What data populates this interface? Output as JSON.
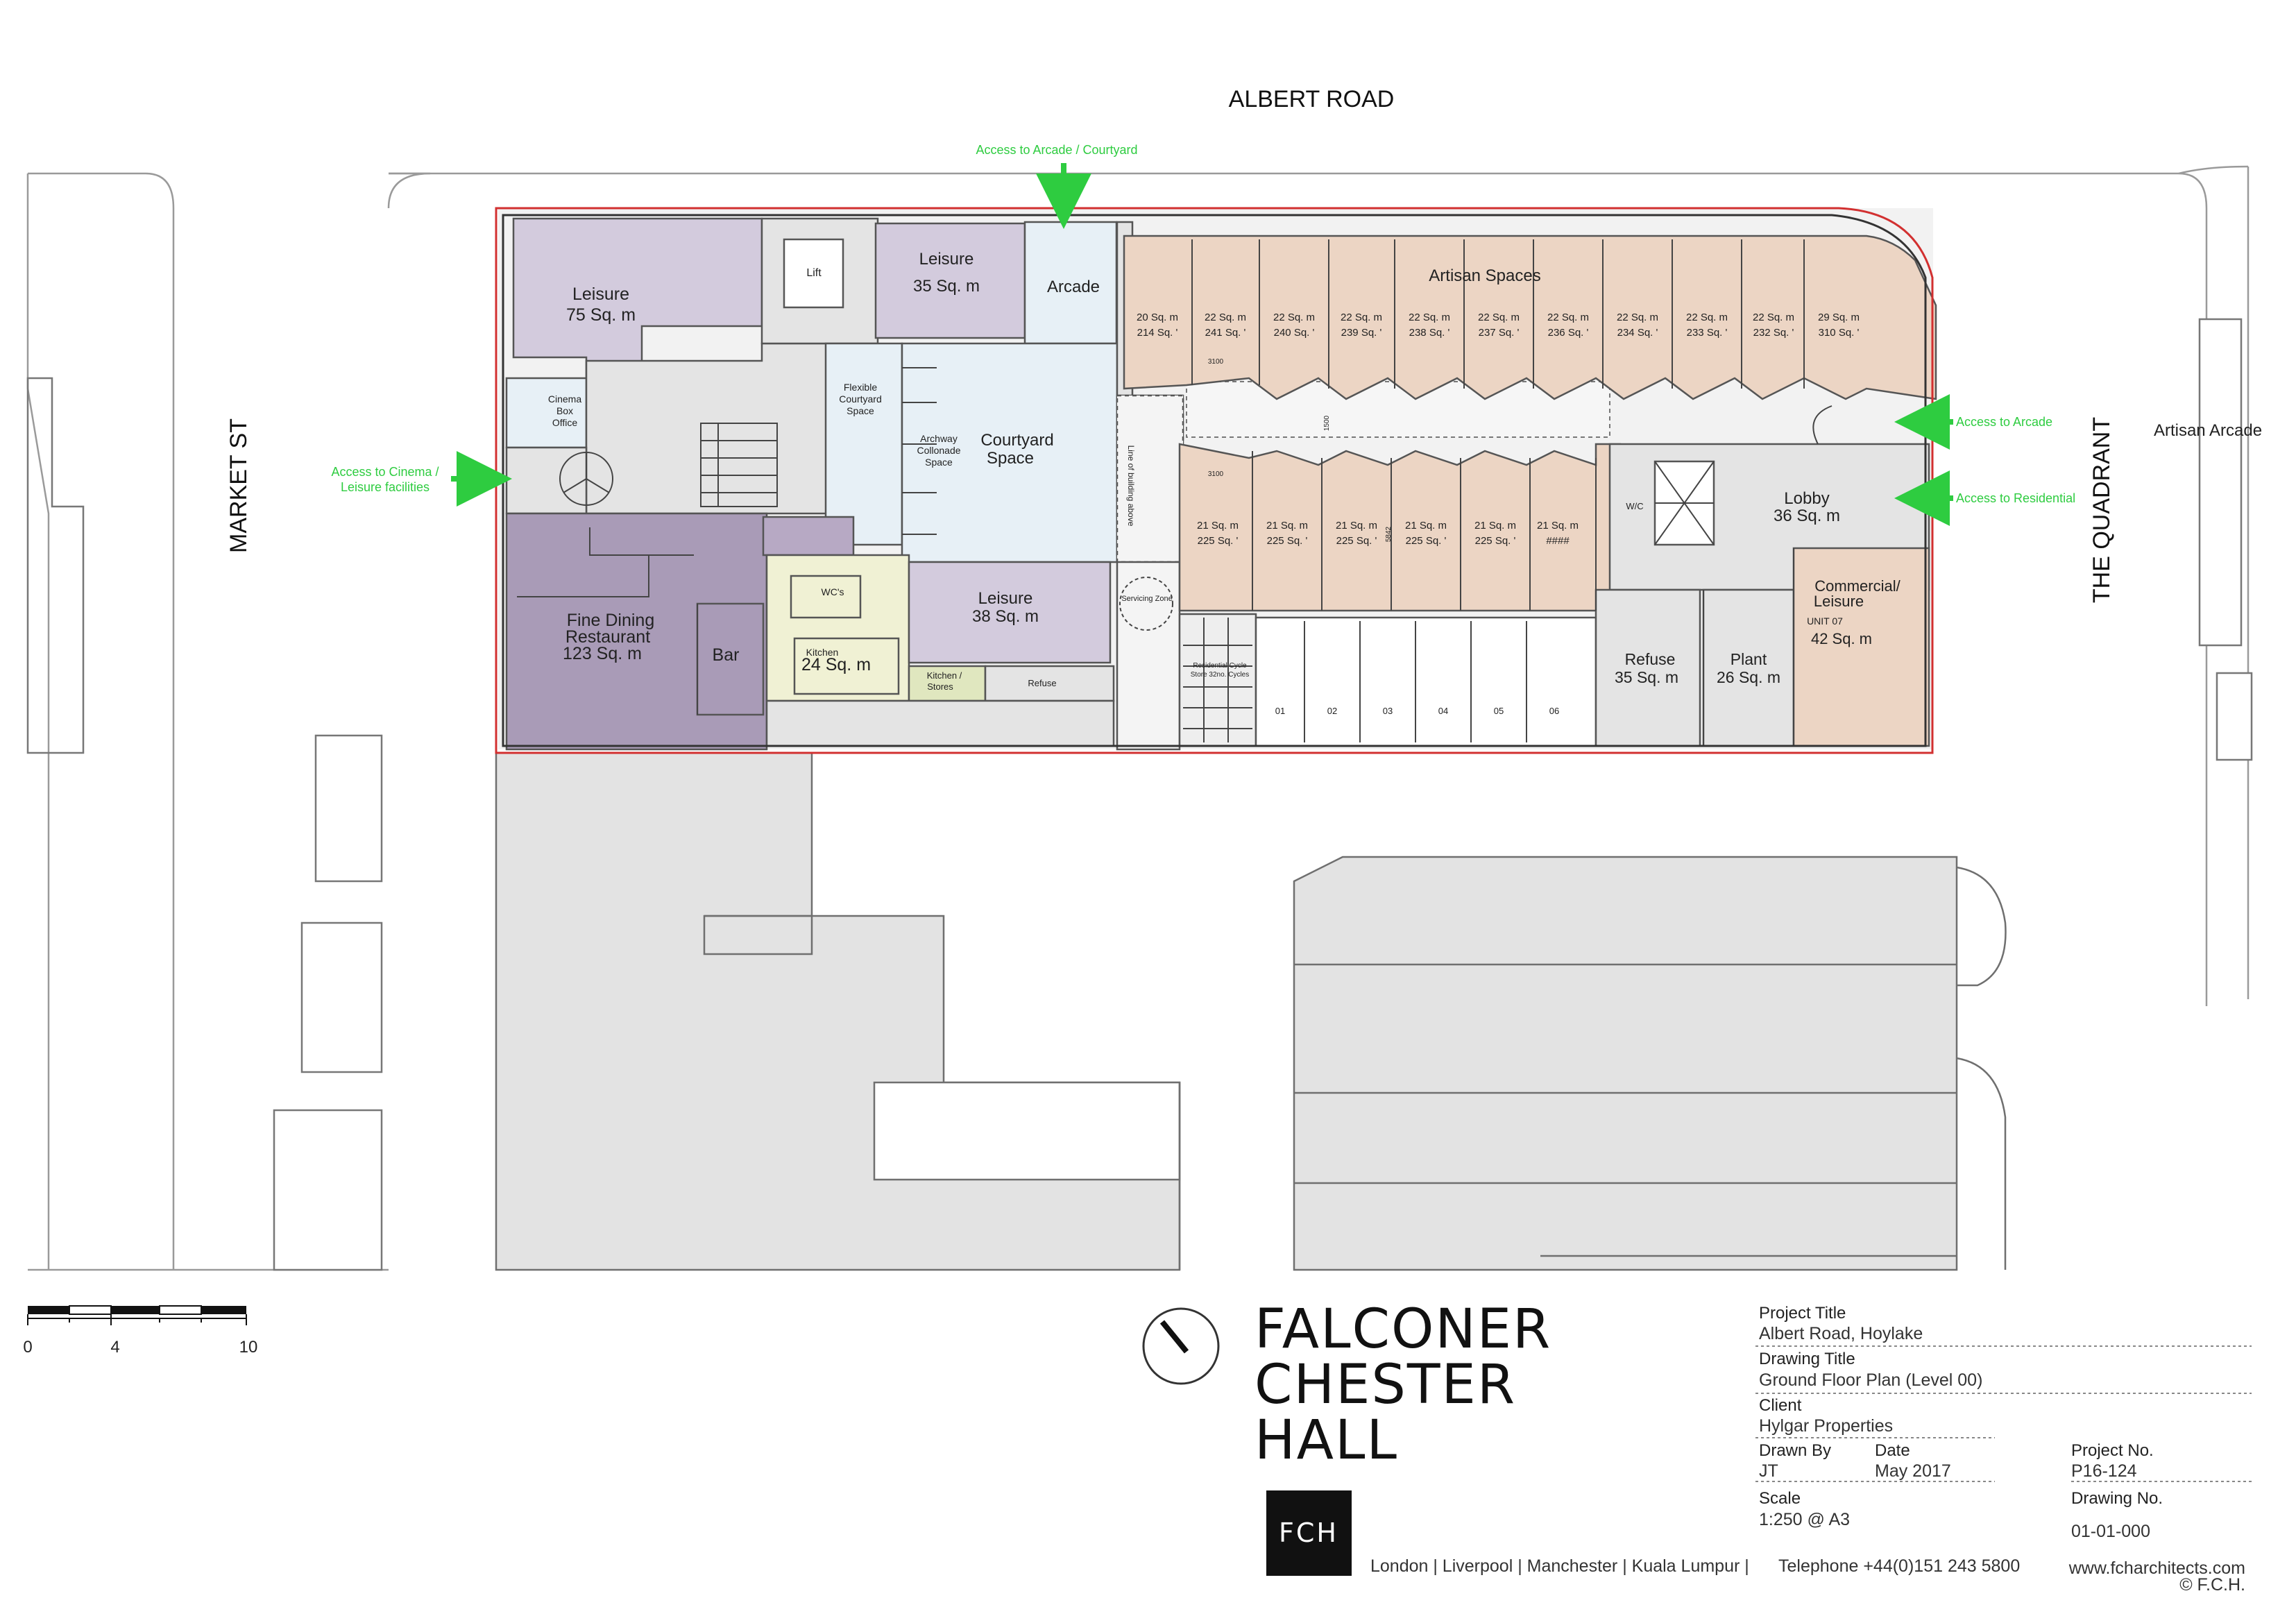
{
  "roads": {
    "north": "ALBERT ROAD",
    "west": "MARKET ST",
    "east": "THE QUADRANT",
    "east_label": "Artisan Arcade"
  },
  "access": {
    "arcade_courtyard": "Access to Arcade / Courtyard",
    "cinema_1": "Access to Cinema /",
    "cinema_2": "Leisure facilities",
    "arcade": "Access to Arcade",
    "residential": "Access to Residential"
  },
  "rooms": {
    "leisure75_name": "Leisure",
    "leisure75_area": "75 Sq. m",
    "leisure35_name": "Leisure",
    "leisure35_area": "35 Sq. m",
    "lift": "Lift",
    "arcade": "Arcade",
    "cinema_1": "Cinema",
    "cinema_2": "Box",
    "cinema_3": "Office",
    "flex_1": "Flexible",
    "flex_2": "Courtyard",
    "flex_3": "Space",
    "archway_1": "Archway",
    "archway_2": "Collonade",
    "archway_3": "Space",
    "courtyard_1": "Courtyard",
    "courtyard_2": "Space",
    "line_above": "Line of building above",
    "fine_1": "Fine Dining",
    "fine_2": "Restaurant",
    "fine_3": "123 Sq. m",
    "bar": "Bar",
    "wcs": "WC's",
    "kitchen_label": "Kitchen",
    "kitchen_area": "24 Sq. m",
    "kitchen_store_1": "Kitchen /",
    "kitchen_store_2": "Stores",
    "refuse_small": "Refuse",
    "leisure38_name": "Leisure",
    "leisure38_area": "38 Sq. m",
    "servicing_zone": "Servicing Zone",
    "artisan_spaces": "Artisan Spaces",
    "dim_3100_a": "3100",
    "dim_3100_b": "3100",
    "dim_1500": "1500",
    "dim_5842": "5842",
    "wc": "W/C",
    "lobby_name": "Lobby",
    "lobby_area": "36 Sq. m",
    "commercial_1": "Commercial/",
    "commercial_2": "Leisure",
    "commercial_unit": "UNIT 07",
    "commercial_area": "42 Sq. m",
    "refuse_name": "Refuse",
    "refuse_area": "35 Sq. m",
    "plant_name": "Plant",
    "plant_area": "26 Sq. m",
    "cycle_1": "Residential Cycle",
    "cycle_2": "Store 32no. Cycles"
  },
  "artisan_top": [
    {
      "sqm": "20 Sq. m",
      "sqft": "214 Sq. '"
    },
    {
      "sqm": "22 Sq. m",
      "sqft": "241 Sq. '"
    },
    {
      "sqm": "22 Sq. m",
      "sqft": "240 Sq. '"
    },
    {
      "sqm": "22 Sq. m",
      "sqft": "239 Sq. '"
    },
    {
      "sqm": "22 Sq. m",
      "sqft": "238 Sq. '"
    },
    {
      "sqm": "22 Sq. m",
      "sqft": "237 Sq. '"
    },
    {
      "sqm": "22 Sq. m",
      "sqft": "236 Sq. '"
    },
    {
      "sqm": "22 Sq. m",
      "sqft": "234 Sq. '"
    },
    {
      "sqm": "22 Sq. m",
      "sqft": "233 Sq. '"
    },
    {
      "sqm": "22 Sq. m",
      "sqft": "232 Sq. '"
    },
    {
      "sqm": "29 Sq. m",
      "sqft": "310 Sq. '"
    }
  ],
  "artisan_bottom": [
    {
      "sqm": "21 Sq. m",
      "sqft": "225 Sq. '"
    },
    {
      "sqm": "21 Sq. m",
      "sqft": "225 Sq. '"
    },
    {
      "sqm": "21 Sq. m",
      "sqft": "225 Sq. '"
    },
    {
      "sqm": "21 Sq. m",
      "sqft": "225 Sq. '"
    },
    {
      "sqm": "21 Sq. m",
      "sqft": "225 Sq. '"
    },
    {
      "sqm": "21 Sq. m",
      "sqft": "####"
    }
  ],
  "parking_bays": [
    "01",
    "02",
    "03",
    "04",
    "05",
    "06"
  ],
  "scale_bar": {
    "t0": "0",
    "t4": "4",
    "t10": "10"
  },
  "brand": {
    "line1": "FALCONER",
    "line2": "CHESTER",
    "line3": "HALL",
    "logo": "FCH",
    "offices": "London  |  Liverpool  |  Manchester  |  Kuala Lumpur  |",
    "telephone": "Telephone   +44(0)151 243 5800",
    "website": "www.fcharchitects.com",
    "copyright": "© F.C.H."
  },
  "title_block": {
    "project_title_label": "Project Title",
    "project_title": "Albert Road, Hoylake",
    "drawing_title_label": "Drawing Title",
    "drawing_title": "Ground Floor Plan (Level 00)",
    "client_label": "Client",
    "client": "Hylgar Properties",
    "drawn_by_label": "Drawn By",
    "drawn_by": "JT",
    "date_label": "Date",
    "date": "May 2017",
    "project_no_label": "Project No.",
    "project_no": "P16-124",
    "scale_label": "Scale",
    "scale": "1:250 @ A3",
    "drawing_no_label": "Drawing No.",
    "drawing_no": "01-01-000"
  },
  "colors": {
    "leisure": "#d3cbdd",
    "fine_dining": "#a99bb7",
    "artisan": "#ecd5c4",
    "courtyard": "#e7f0f6",
    "circulation": "#e4e4e4",
    "kitchen": "#f0f1d4",
    "site_boundary": "#d23030",
    "access_arrow": "#2ecc40",
    "neighbour": "#e3e3e3"
  }
}
